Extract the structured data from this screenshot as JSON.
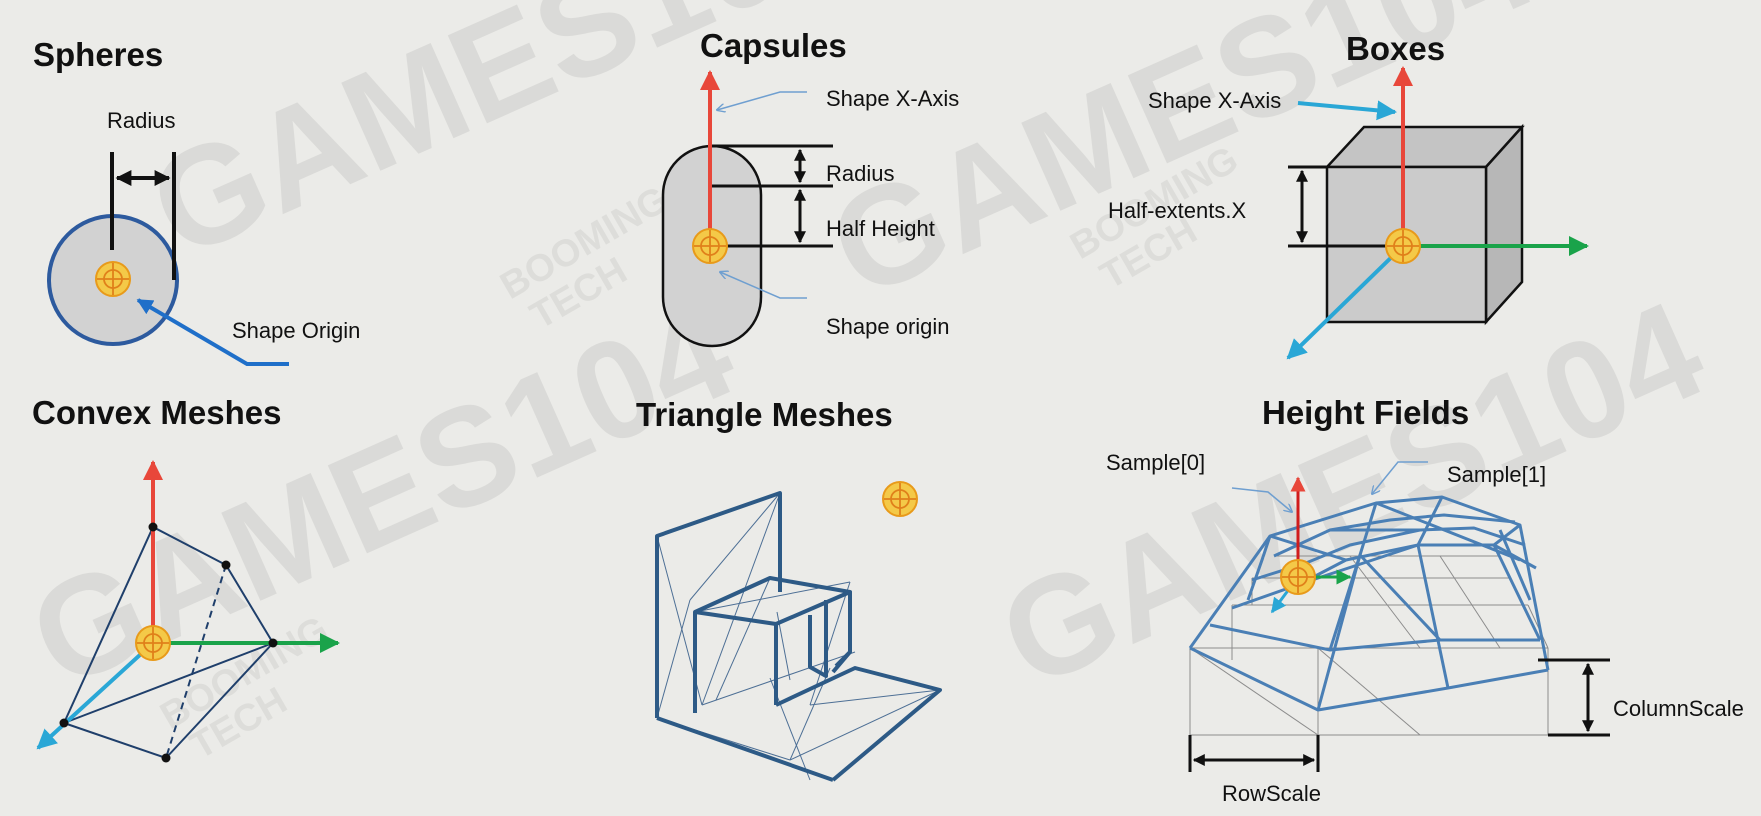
{
  "panels": {
    "spheres": {
      "title": "Spheres",
      "radius_label": "Radius",
      "origin_label": "Shape Origin"
    },
    "capsules": {
      "title": "Capsules",
      "axis_label": "Shape X-Axis",
      "radius_label": "Radius",
      "half_height_label": "Half Height",
      "origin_label": "Shape origin"
    },
    "boxes": {
      "title": "Boxes",
      "axis_label": "Shape X-Axis",
      "half_extents_label": "Half-extents.X"
    },
    "convex": {
      "title": "Convex Meshes"
    },
    "triangle": {
      "title": "Triangle Meshes"
    },
    "height_fields": {
      "title": "Height Fields",
      "sample0_label": "Sample[0]",
      "sample1_label": "Sample[1]",
      "column_scale_label": "ColumnScale",
      "row_scale_label": "RowScale"
    }
  },
  "watermark": {
    "main": "GAMES104",
    "brand_line1": "BOOMING",
    "brand_line2": "TECH"
  },
  "colors": {
    "background": "#ebebe8",
    "axis_x_red": "#e8473a",
    "axis_y_green": "#1aa34a",
    "axis_z_cyan": "#2aa7d6",
    "mesh_blue": "#2d5a86",
    "callout_blue": "#1f6fc9",
    "origin_gold": "#f0b428",
    "shape_fill": "#d2d2d2"
  }
}
